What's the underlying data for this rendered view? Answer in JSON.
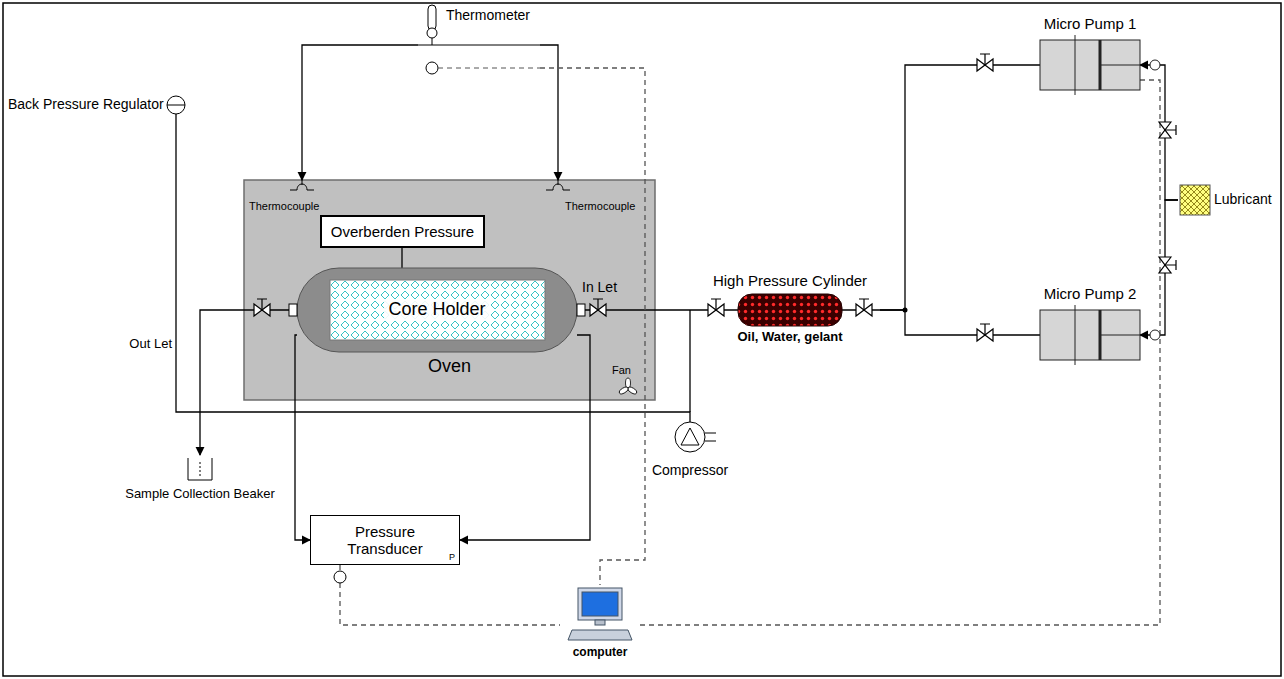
{
  "diagram": {
    "nodes": [
      {
        "text": [
          "Thermometer"
        ]
      },
      {
        "text": [
          "Oven"
        ]
      },
      {
        "text": [
          "Overberden Pressure"
        ],
        "in": 1
      },
      {
        "text": [
          "Core Holder"
        ],
        "in": 1
      },
      {
        "text": [
          "Back Pressure Regulator"
        ]
      },
      {
        "text": [
          "Sample Collection Beaker"
        ]
      },
      {
        "text": [
          "Pressure Transducer",
          "P"
        ]
      },
      {
        "text": [
          "High Pressure Cylinder",
          "Oil, Water, gelant"
        ]
      },
      {
        "text": [
          "Compressor"
        ]
      },
      {
        "text": [
          "Micro Pump 1"
        ]
      },
      {
        "text": [
          "Micro Pump 2"
        ]
      },
      {
        "text": [
          "Lubricant"
        ]
      },
      {
        "text": [
          "computer"
        ]
      }
    ],
    "edges": [
      {
        "from": 2,
        "to": 3,
        "arrow": "none"
      },
      {
        "from": 3,
        "to": 6,
        "arrow": "to"
      },
      {
        "from": 3,
        "to": 6,
        "arrow": "to"
      },
      {
        "from": 3,
        "to": 5,
        "arrow": "to"
      },
      {
        "from": 7,
        "to": 3,
        "arrow": "none"
      },
      {
        "from": 9,
        "to": 7,
        "arrow": "none"
      },
      {
        "from": 10,
        "to": 7,
        "arrow": "none"
      },
      {
        "from": 11,
        "to": 9,
        "arrow": "to"
      },
      {
        "from": 11,
        "to": 10,
        "arrow": "to"
      },
      {
        "from": 0,
        "to": 1,
        "arrow": "to"
      },
      {
        "from": 0,
        "to": 1,
        "arrow": "to"
      },
      {
        "from": 8,
        "to": 4,
        "arrow": "none"
      },
      {
        "from": 0,
        "to": 12,
        "arrow": "none"
      },
      {
        "from": 6,
        "to": 12,
        "arrow": "none"
      },
      {
        "from": 12,
        "to": 9,
        "arrow": "none"
      }
    ],
    "labels": [
      "Thermocouple",
      "Thermocouple",
      "In Let",
      "Out Let",
      "Fan"
    ]
  }
}
